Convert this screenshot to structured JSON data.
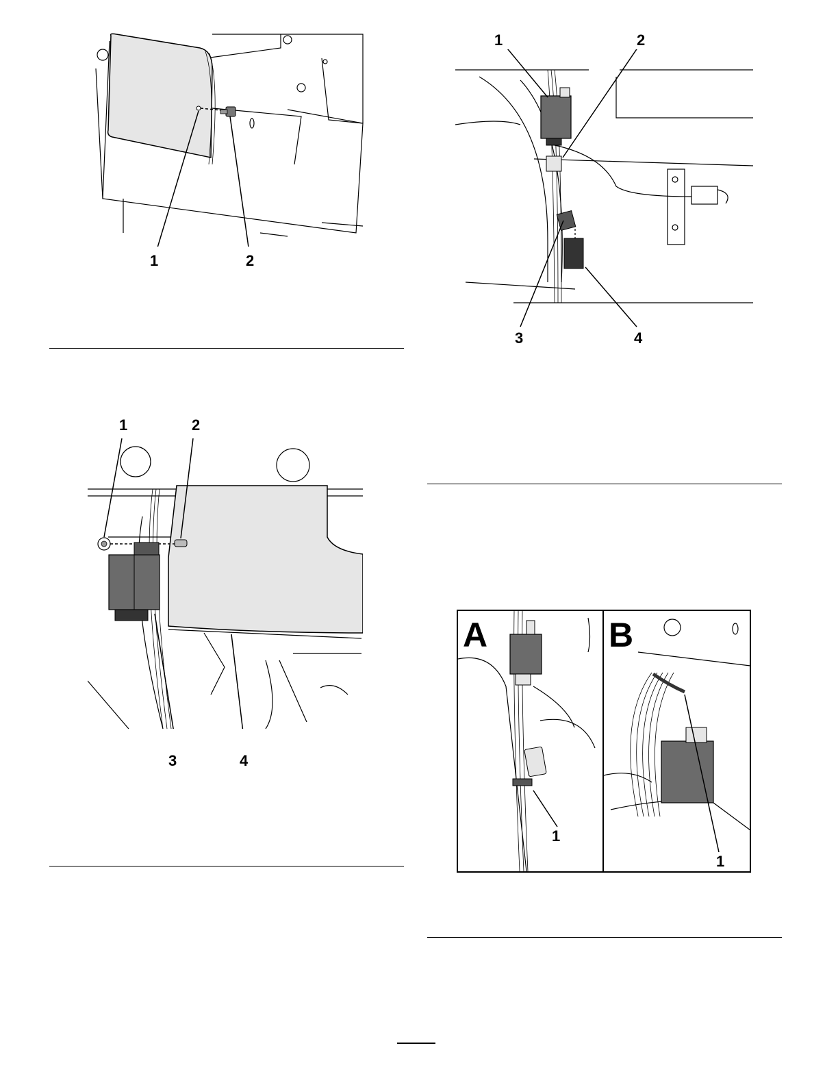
{
  "figure_1": {
    "callouts": [
      "1",
      "2"
    ]
  },
  "figure_2": {
    "callouts": [
      "1",
      "2",
      "3",
      "4"
    ]
  },
  "figure_3": {
    "callouts": [
      "1",
      "2",
      "3",
      "4"
    ]
  },
  "figure_4": {
    "panels": [
      {
        "letter": "A",
        "callout": "1"
      },
      {
        "letter": "B",
        "callout": "1"
      }
    ]
  },
  "colors": {
    "panel_gray": "#e6e6e6",
    "part_dark": "#6b6b6b",
    "line": "#000000"
  }
}
